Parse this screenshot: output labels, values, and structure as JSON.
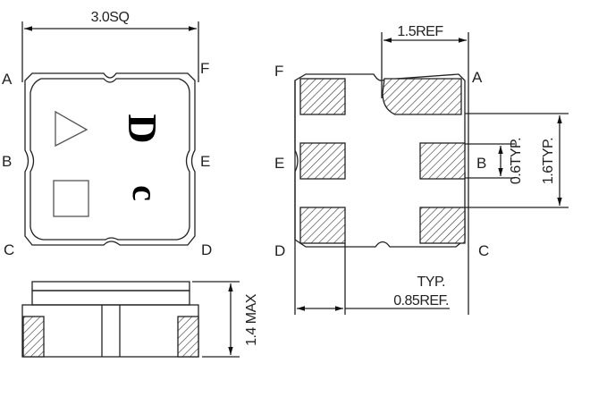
{
  "top_view": {
    "width_dim": "3.0SQ",
    "pins": {
      "A": "A",
      "B": "B",
      "C": "C",
      "D": "D",
      "E": "E",
      "F": "F"
    },
    "marking": {
      "line1": "D",
      "line2": "c"
    },
    "symbols": [
      "triangle-marker",
      "square-marker"
    ]
  },
  "bottom_view": {
    "pad_width_dim": "1.5REF",
    "pad_pitch_dim": "0.6TYP.",
    "pad_span_dim": "1.6TYP.",
    "edge_dim_line1": "TYP.",
    "edge_dim_line2": "0.85REF.",
    "pins": {
      "A": "A",
      "B": "B",
      "C": "C",
      "D": "D",
      "E": "E",
      "F": "F"
    }
  },
  "side_view": {
    "height_dim": "1.4 MAX"
  },
  "colors": {
    "line": "#222222",
    "background": "#ffffff"
  }
}
